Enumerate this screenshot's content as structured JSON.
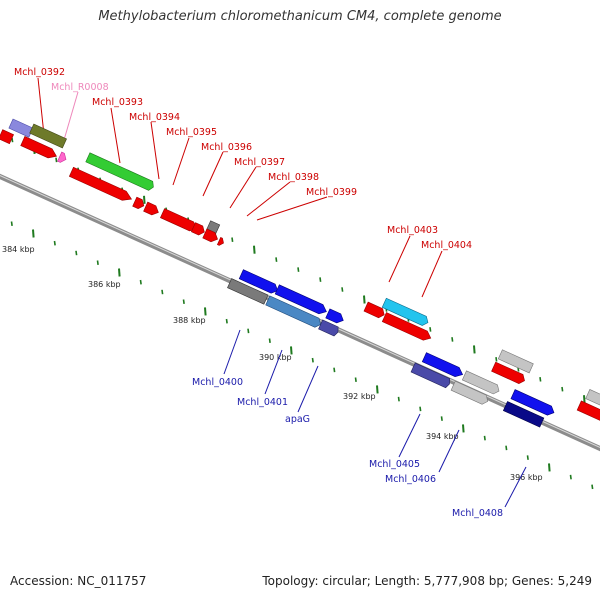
{
  "title": "Methylobacterium chloromethanicum CM4, complete genome",
  "footer": {
    "accession": "Accession: NC_011757",
    "summary": "Topology: circular; Length: 5,777,908 bp; Genes: 5,249"
  },
  "colors": {
    "backbone": "#8c8c8c",
    "tick": "#1f7a1f",
    "label_red": "#cc0000",
    "label_blue": "#1a1aaa",
    "label_pink": "#ee88bb",
    "cds_red": "#ee0000",
    "cds_blue": "#1111ee",
    "cds_cyan": "#22c4ee",
    "cds_green": "#33cc33",
    "cds_olive": "#6e7a2a",
    "cds_gray": "#7a7a7a",
    "cds_light_gray": "#c4c4c4",
    "cds_steel": "#4a88c4",
    "cds_slate": "#4a4aa8",
    "cds_navy": "#0a0a88",
    "cds_purple": "#8a88dd",
    "rna_pink": "#ff66cc"
  },
  "scale_labels": [
    "384 kbp",
    "386 kbp",
    "388 kbp",
    "390 kbp",
    "392 kbp",
    "394 kbp",
    "396 kbp"
  ],
  "gene_labels": {
    "top": [
      "Mchl_0392",
      "Mchl_R0008",
      "Mchl_0393",
      "Mchl_0394",
      "Mchl_0395",
      "Mchl_0396",
      "Mchl_0397",
      "Mchl_0398",
      "Mchl_0399",
      "Mchl_0403",
      "Mchl_0404"
    ],
    "bottom": [
      "Mchl_0400",
      "Mchl_0401",
      "apaG",
      "Mchl_0405",
      "Mchl_0406",
      "Mchl_0408"
    ]
  }
}
